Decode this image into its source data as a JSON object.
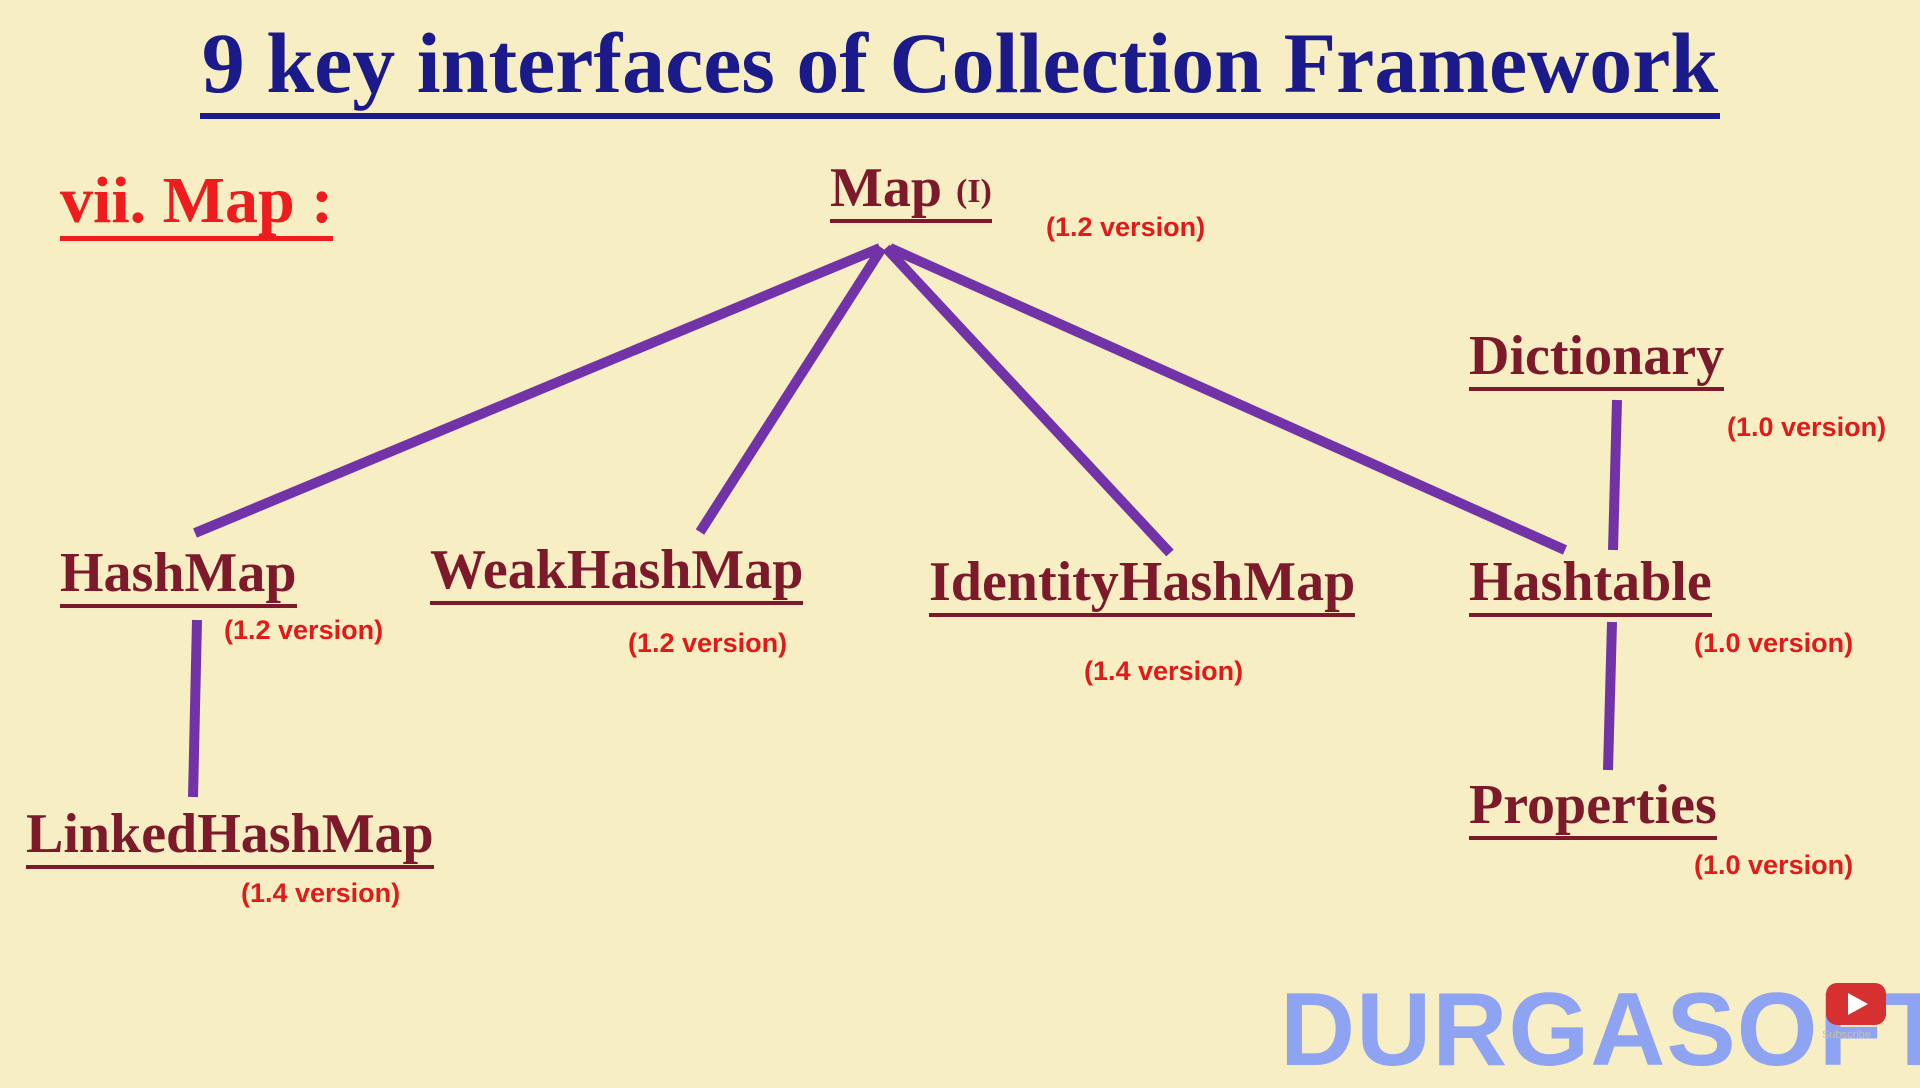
{
  "title": "9 key interfaces of Collection Framework",
  "section_label": "vii. Map :",
  "root": {
    "name": "Map",
    "tag": "(I)",
    "version": "(1.2 version)"
  },
  "nodes": {
    "hashmap": {
      "name": "HashMap",
      "version": "(1.2 version)"
    },
    "linkedhashmap": {
      "name": "LinkedHashMap",
      "version": "(1.4 version)"
    },
    "weakhashmap": {
      "name": "WeakHashMap",
      "version": "(1.2 version)"
    },
    "identityhashmap": {
      "name": "IdentityHashMap",
      "version": "(1.4 version)"
    },
    "hashtable": {
      "name": "Hashtable",
      "version": "(1.0 version)"
    },
    "dictionary": {
      "name": "Dictionary",
      "version": "(1.0 version)"
    },
    "properties": {
      "name": "Properties",
      "version": "(1.0 version)"
    }
  },
  "edges": [
    {
      "from": "Map",
      "to": "HashMap"
    },
    {
      "from": "Map",
      "to": "WeakHashMap"
    },
    {
      "from": "Map",
      "to": "IdentityHashMap"
    },
    {
      "from": "Map",
      "to": "Hashtable"
    },
    {
      "from": "Dictionary",
      "to": "Hashtable"
    },
    {
      "from": "HashMap",
      "to": "LinkedHashMap"
    },
    {
      "from": "Hashtable",
      "to": "Properties"
    }
  ],
  "colors": {
    "background": "#f7eec4",
    "title": "#1b1a8a",
    "section": "#ee1c1c",
    "node": "#7c1a2b",
    "version": "#e11a1a",
    "edge": "#7233a8",
    "watermark": "#8fa3f3"
  },
  "watermark": "DURGASOFT",
  "youtube_badge": {
    "icon": "youtube-play-icon",
    "label": "Subscribe"
  }
}
